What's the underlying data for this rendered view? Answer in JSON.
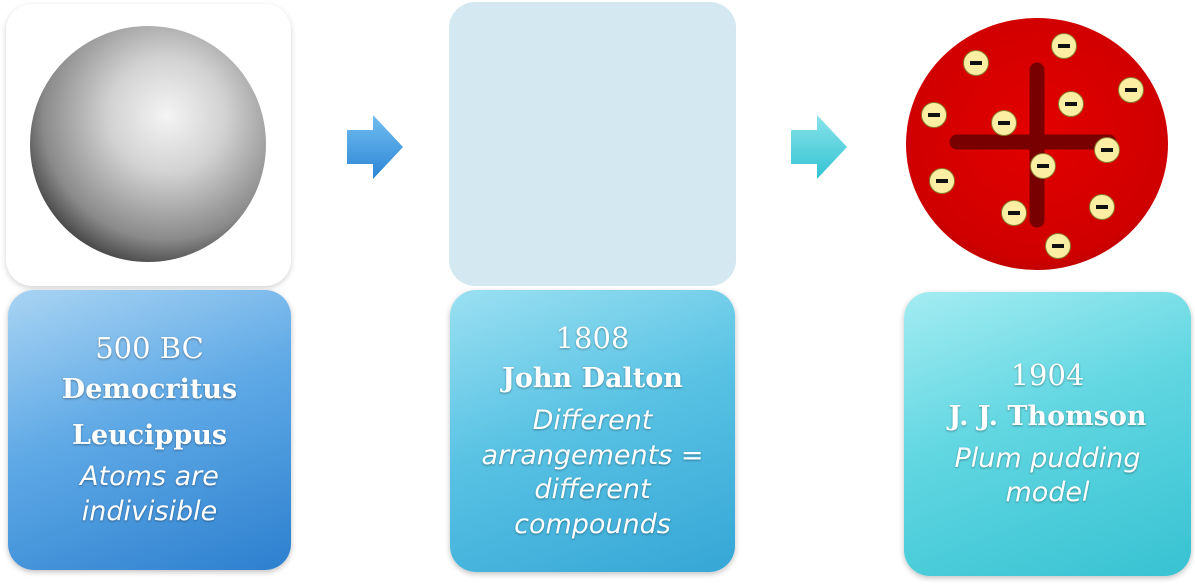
{
  "timeline": [
    {
      "year": "500 BC",
      "names": [
        "Democritus",
        "Leucippus"
      ],
      "description": "Atoms are indivisible",
      "image": "solid-sphere-model"
    },
    {
      "year": "1808",
      "names": [
        "John Dalton"
      ],
      "description": "Different arrangements = different compounds",
      "image": "empty-panel"
    },
    {
      "year": "1904",
      "names": [
        "J. J. Thomson"
      ],
      "description": "Plum pudding model",
      "image": "plum-pudding-model"
    }
  ],
  "colors": {
    "card1": "#3b8fd9",
    "card2": "#56bfe0",
    "card3": "#52d3dd",
    "panel2": "#d3e8f0",
    "pudding": "#d40000",
    "cross": "#6e0000",
    "electron": "#fcefa4",
    "arrow1": "#3a9ae0",
    "arrow2": "#4fcfdc"
  },
  "electron_symbol": "−"
}
